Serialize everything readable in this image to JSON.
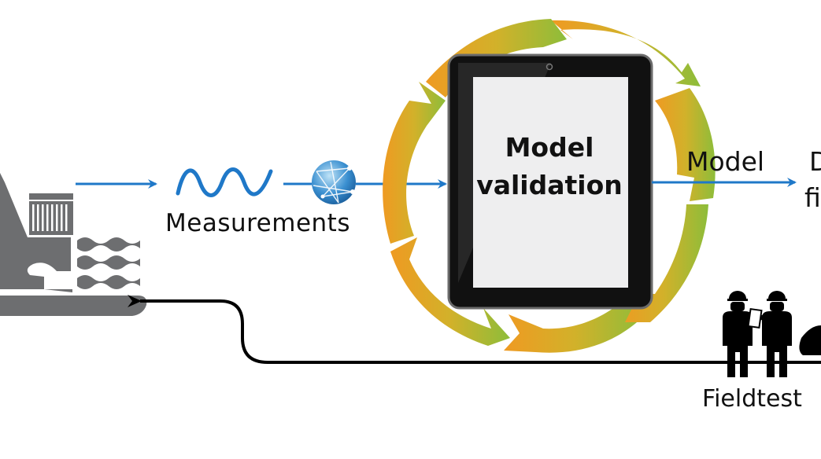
{
  "diagram": {
    "title": "Model validation workflow",
    "center": {
      "device": "tablet",
      "screen_text_line1": "Model",
      "screen_text_line2": "validation"
    },
    "labels": {
      "measurements": "Measurements",
      "model": "Model",
      "cut_off_right_line1": "D",
      "cut_off_right_line2": "fi",
      "fieldtest": "Fieldtest"
    },
    "icons": {
      "plant": "hydropower-plant-icon",
      "wave": "sine-wave-icon",
      "globe": "network-globe-icon",
      "cycle": "cycle-arrows-icon",
      "workers": "field-workers-icon",
      "vehicle": "vehicle-icon"
    },
    "colors": {
      "flow_arrow": "#1f78c8",
      "return_arrow": "#000000",
      "plant_gray": "#6d6e70",
      "ring_orange": "#ef9a22",
      "ring_yellow": "#d2b12a",
      "ring_green": "#8dbd3a",
      "tablet_frame": "#111111",
      "tablet_screen": "#eeeeef"
    },
    "flow": [
      {
        "from": "plant",
        "to": "measurements"
      },
      {
        "from": "measurements",
        "to": "model-validation"
      },
      {
        "from": "model-validation",
        "to": "cut-off-target",
        "label": "Model"
      },
      {
        "from": "fieldtest",
        "to": "plant",
        "style": "return"
      }
    ]
  }
}
